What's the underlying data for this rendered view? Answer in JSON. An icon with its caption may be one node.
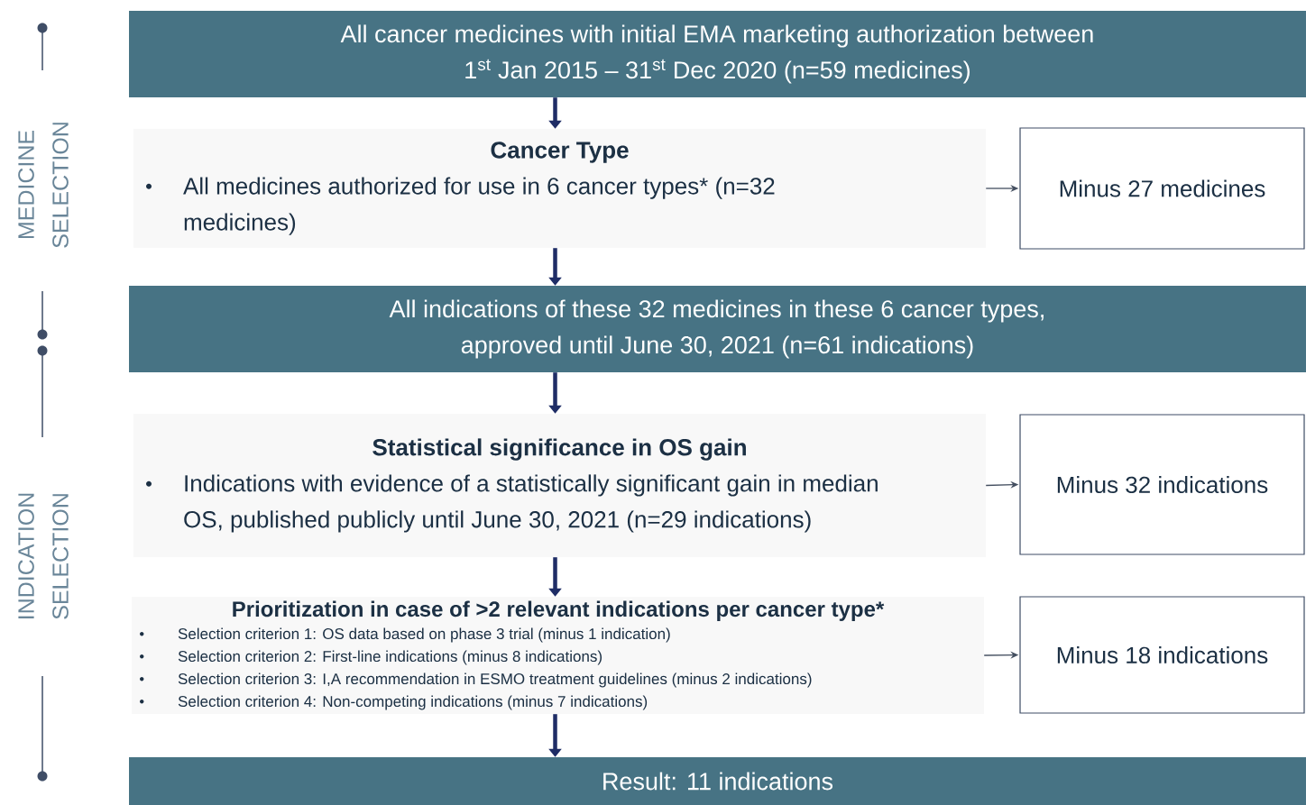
{
  "diagram": {
    "nodes": [
      {
        "text": [
          "All cancer medicines with initial EMA marketing authorization between 1$^{st}$ Jan 2015 – 31$^{st}$ Dec 2020 (n=59 medicines)"
        ]
      },
      {
        "text": [
          "Cancer Type",
          "All medicines authorized for use in 6 cancer types* (n=32 medicines)"
        ]
      },
      {
        "text": [
          "Minus 27 medicines"
        ]
      },
      {
        "text": [
          "All indications of these 32 medicines in these 6 cancer types, approved until June 30, 2021 (n=61 indications)"
        ]
      },
      {
        "text": [
          "Statistical significance in OS gain",
          "Indications with evidence of a statistically significant gain in median OS, published publicly until June 30, 2021 (n=29 indications)"
        ]
      },
      {
        "text": [
          "Minus 32 indications"
        ]
      },
      {
        "text": [
          "Prioritization in case of >2 relevant indications per cancer type*",
          "Selection criterion 1: OS data based on phase 3 trial (minus 1 indication)",
          "Selection criterion 2: First-line indications (minus 8 indications)",
          "Selection criterion 3: I,A recommendation in ESMO treatment guidelines (minus 2 indications)",
          "Selection criterion 4: Non-competing indications (minus 7 indications)"
        ]
      },
      {
        "text": [
          "Minus 18 indications"
        ]
      },
      {
        "text": [
          "Result: 11 indications"
        ]
      }
    ],
    "edges": [
      {
        "from": 0,
        "to": 1,
        "arrow": "to"
      },
      {
        "from": 1,
        "to": 2,
        "arrow": "to",
        "color": "#444f60"
      },
      {
        "from": 1,
        "to": 3,
        "arrow": "to"
      },
      {
        "from": 3,
        "to": 4,
        "arrow": "to"
      },
      {
        "from": 4,
        "to": 5,
        "arrow": "to",
        "color": "#444f60"
      },
      {
        "from": 4,
        "to": 6,
        "arrow": "to"
      },
      {
        "from": 6,
        "to": 7,
        "arrow": "to",
        "color": "#444f60"
      },
      {
        "from": 6,
        "to": 8,
        "arrow": "to"
      }
    ],
    "labels": [
      "MEDICINE SELECTION",
      "INDICATION SELECTION"
    ]
  }
}
